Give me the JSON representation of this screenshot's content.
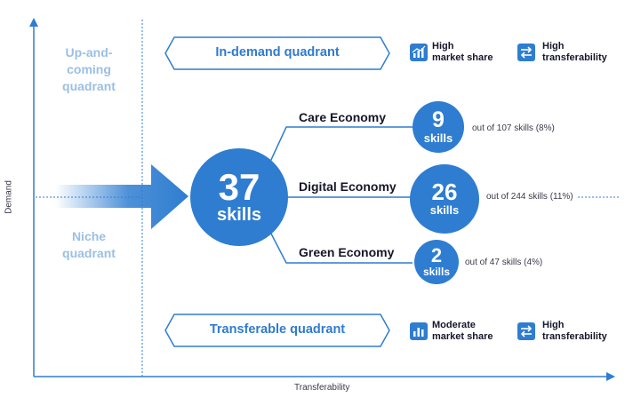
{
  "axes": {
    "x_label": "Transferability",
    "y_label": "Demand"
  },
  "quadrants": {
    "up_and_coming": "Up-and-\ncoming\nquadrant",
    "niche": "Niche\nquadrant",
    "in_demand": "In-demand quadrant",
    "transferable": "Transferable quadrant"
  },
  "center": {
    "number": "37",
    "unit": "skills"
  },
  "economies": [
    {
      "label": "Care Economy",
      "number": "9",
      "unit": "skills",
      "out_of": "out of 107 skills (8%)"
    },
    {
      "label": "Digital Economy",
      "number": "26",
      "unit": "skills",
      "out_of": "out of 244 skills (11%)"
    },
    {
      "label": "Green Economy",
      "number": "2",
      "unit": "skills",
      "out_of": "out of 47 skills (4%)"
    }
  ],
  "in_demand_metrics": [
    {
      "icon": "bar-chart-icon",
      "text": "High\nmarket share"
    },
    {
      "icon": "transfer-arrows-icon",
      "text": "High\ntransferability"
    }
  ],
  "transferable_metrics": [
    {
      "icon": "bar-chart-icon",
      "text": "Moderate\nmarket share"
    },
    {
      "icon": "transfer-arrows-icon",
      "text": "High\ntransferability"
    }
  ],
  "colors": {
    "primary": "#2e7dd1",
    "faded": "#9bbfe4",
    "axis": "#2e7dd1"
  }
}
